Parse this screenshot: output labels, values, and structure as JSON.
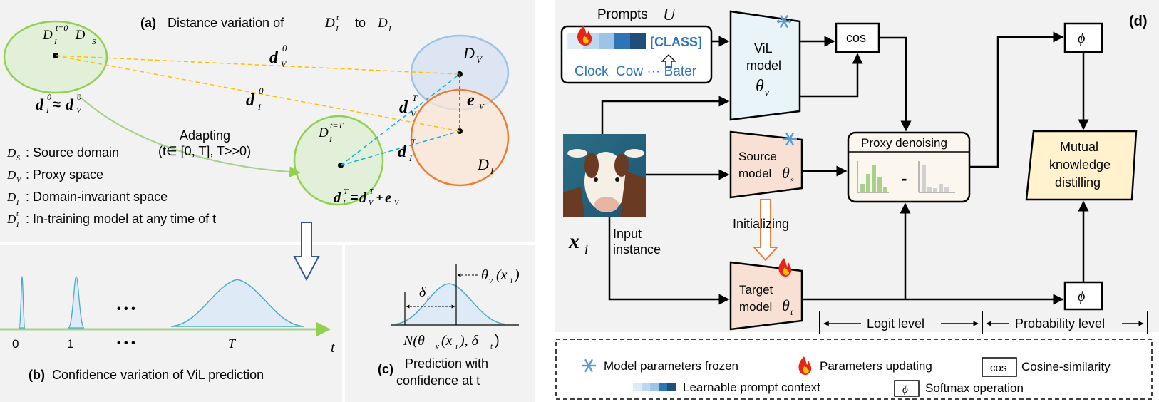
{
  "panel_a": {
    "title_tag": "(a)",
    "title_text": "Distance variation of",
    "title_to": "to",
    "source_domain_label": "D",
    "source_sub_super": "t=0",
    "source_eq": "= D",
    "proxy_space_label": "D",
    "invariant_space_label": "D",
    "model_label": "D",
    "model_super": "t=T",
    "d_symbol": "d",
    "e_symbol": "e",
    "sup_0": "0",
    "sup_T": "T",
    "approx": "≈",
    "equals": "=",
    "plus": "+",
    "adapting_label": "Adapting",
    "adapting_range": "(t∈ [0, T], T>>0)",
    "legend": [
      {
        "symbol": "D",
        "sub": "S",
        "text": ": Source domain"
      },
      {
        "symbol": "D",
        "sub": "V",
        "text": ": Proxy space"
      },
      {
        "symbol": "D",
        "sub": "I",
        "text": ": Domain-invariant space"
      },
      {
        "symbol": "D",
        "sub": "I",
        "sup": "t",
        "text": ": In-training model at any time of t"
      }
    ]
  },
  "panel_b": {
    "tick_0": "0",
    "tick_1": "1",
    "tick_dots": "• • •",
    "tick_T": "T",
    "axis_t": "t",
    "caption_tag": "(b)",
    "caption_text": "Confidence variation of ViL prediction"
  },
  "panel_c": {
    "delta_label": "δ",
    "delta_sub": "t",
    "theta_label": "θ",
    "theta_sub": "v",
    "x_label": "(x",
    "x_sub": "i",
    "x_close": ")",
    "normal_label": "N(θ",
    "normal_rest": "(x",
    "normal_end": "), δ",
    "caption_tag": "(c)",
    "caption_line1": "Prediction with",
    "caption_line2": "confidence at t"
  },
  "panel_d": {
    "panel_tag": "(d)",
    "prompts_label": "Prompts",
    "prompts_symbol": "U",
    "class_token": "[CLASS]",
    "class_words": "Clock  Cow ··· Bater",
    "vil_model_line1": "ViL",
    "vil_model_line2": "model",
    "theta_v": "θ",
    "theta_v_sub": "v",
    "cos_label": "cos",
    "phi_label": "ϕ",
    "source_model_line1": "Source",
    "source_model_line2": "model",
    "theta_s_sub": "s",
    "initializing_label": "Initializing",
    "target_model_line1": "Target",
    "target_model_line2": "model",
    "theta_t_sub": "t",
    "proxy_denoising_label": "Proxy denoising",
    "minus_label": "-",
    "mkd_line1": "Mutual",
    "mkd_line2": "knowledge",
    "mkd_line3": "distilling",
    "xi_label": "x",
    "xi_sub": "i",
    "input_line1": "Input",
    "input_line2": "instance",
    "logit_level": "Logit level",
    "probability_level": "Probability level"
  },
  "legend_bottom": {
    "frozen": "Model parameters frozen",
    "updating": "Parameters updating",
    "cos_box": "cos",
    "cosine": "Cosine-similarity",
    "learnable": "Learnable prompt context",
    "phi_box": "ϕ",
    "softmax": "Softmax operation"
  },
  "colors": {
    "green_fill": "#e2efd9",
    "green_stroke": "#8fd14f",
    "blue_fill": "#dae3f3",
    "blue_stroke": "#9dc3e6",
    "orange_fill": "#fbe5d6",
    "orange_stroke": "#ed7d31",
    "yellow_dash": "#ffc000",
    "cyan_dash": "#00b0f0",
    "purple_dash": "#7030a0",
    "box_fill": "#fff2cc",
    "gray_bg": "#f2f2f2"
  }
}
